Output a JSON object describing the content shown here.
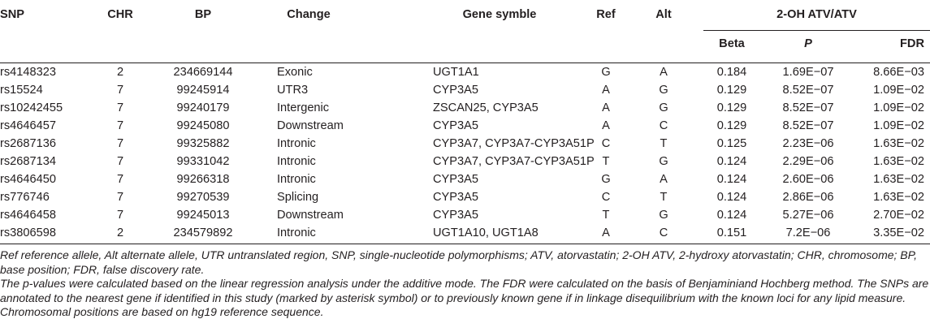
{
  "table": {
    "headers": {
      "snp": "SNP",
      "chr": "CHR",
      "bp": "BP",
      "change": "Change",
      "gene": "Gene symble",
      "ref": "Ref",
      "alt": "Alt",
      "group": "2-OH ATV/ATV",
      "beta": "Beta",
      "p": "P",
      "fdr": "FDR"
    },
    "rows": [
      {
        "snp": "rs4148323",
        "chr": "2",
        "bp": "234669144",
        "change": "Exonic",
        "gene": "UGT1A1",
        "ref": "G",
        "alt": "A",
        "beta": "0.184",
        "p": "1.69E−07",
        "fdr": "8.66E−03"
      },
      {
        "snp": "rs15524",
        "chr": "7",
        "bp": "99245914",
        "change": "UTR3",
        "gene": "CYP3A5",
        "ref": "A",
        "alt": "G",
        "beta": "0.129",
        "p": "8.52E−07",
        "fdr": "1.09E−02"
      },
      {
        "snp": "rs10242455",
        "chr": "7",
        "bp": "99240179",
        "change": "Intergenic",
        "gene": "ZSCAN25, CYP3A5",
        "ref": "A",
        "alt": "G",
        "beta": "0.129",
        "p": "8.52E−07",
        "fdr": "1.09E−02"
      },
      {
        "snp": "rs4646457",
        "chr": "7",
        "bp": "99245080",
        "change": "Downstream",
        "gene": "CYP3A5",
        "ref": "A",
        "alt": "C",
        "beta": "0.129",
        "p": "8.52E−07",
        "fdr": "1.09E−02"
      },
      {
        "snp": "rs2687136",
        "chr": "7",
        "bp": "99325882",
        "change": "Intronic",
        "gene": "CYP3A7, CYP3A7-CYP3A51P",
        "ref": "C",
        "alt": "T",
        "beta": "0.125",
        "p": "2.23E−06",
        "fdr": "1.63E−02"
      },
      {
        "snp": "rs2687134",
        "chr": "7",
        "bp": "99331042",
        "change": "Intronic",
        "gene": "CYP3A7, CYP3A7-CYP3A51P",
        "ref": "T",
        "alt": "G",
        "beta": "0.124",
        "p": "2.29E−06",
        "fdr": "1.63E−02"
      },
      {
        "snp": "rs4646450",
        "chr": "7",
        "bp": "99266318",
        "change": "Intronic",
        "gene": "CYP3A5",
        "ref": "G",
        "alt": "A",
        "beta": "0.124",
        "p": "2.60E−06",
        "fdr": "1.63E−02"
      },
      {
        "snp": "rs776746",
        "chr": "7",
        "bp": "99270539",
        "change": "Splicing",
        "gene": "CYP3A5",
        "ref": "C",
        "alt": "T",
        "beta": "0.124",
        "p": "2.86E−06",
        "fdr": "1.63E−02"
      },
      {
        "snp": "rs4646458",
        "chr": "7",
        "bp": "99245013",
        "change": "Downstream",
        "gene": "CYP3A5",
        "ref": "T",
        "alt": "G",
        "beta": "0.124",
        "p": "5.27E−06",
        "fdr": "2.70E−02"
      },
      {
        "snp": "rs3806598",
        "chr": "2",
        "bp": "234579892",
        "change": "Intronic",
        "gene": "UGT1A10, UGT1A8",
        "ref": "A",
        "alt": "C",
        "beta": "0.151",
        "p": "7.2E−06",
        "fdr": "3.35E−02"
      }
    ]
  },
  "footnotes": [
    "Ref reference allele, Alt alternate allele, UTR untranslated region, SNP, single-nucleotide polymorphisms; ATV, atorvastatin; 2-OH ATV, 2-hydroxy atorvastatin; CHR, chromosome; BP, base position; FDR, false discovery rate.",
    "The p-values were calculated based on the linear regression analysis under the additive mode. The FDR were calculated on the basis of Benjaminiand Hochberg method. The SNPs are annotated to the nearest gene if identified in this study (marked by asterisk symbol) or to previously known gene if in linkage disequilibrium with the known loci for any lipid measure. Chromosomal positions are based on hg19 reference sequence."
  ]
}
